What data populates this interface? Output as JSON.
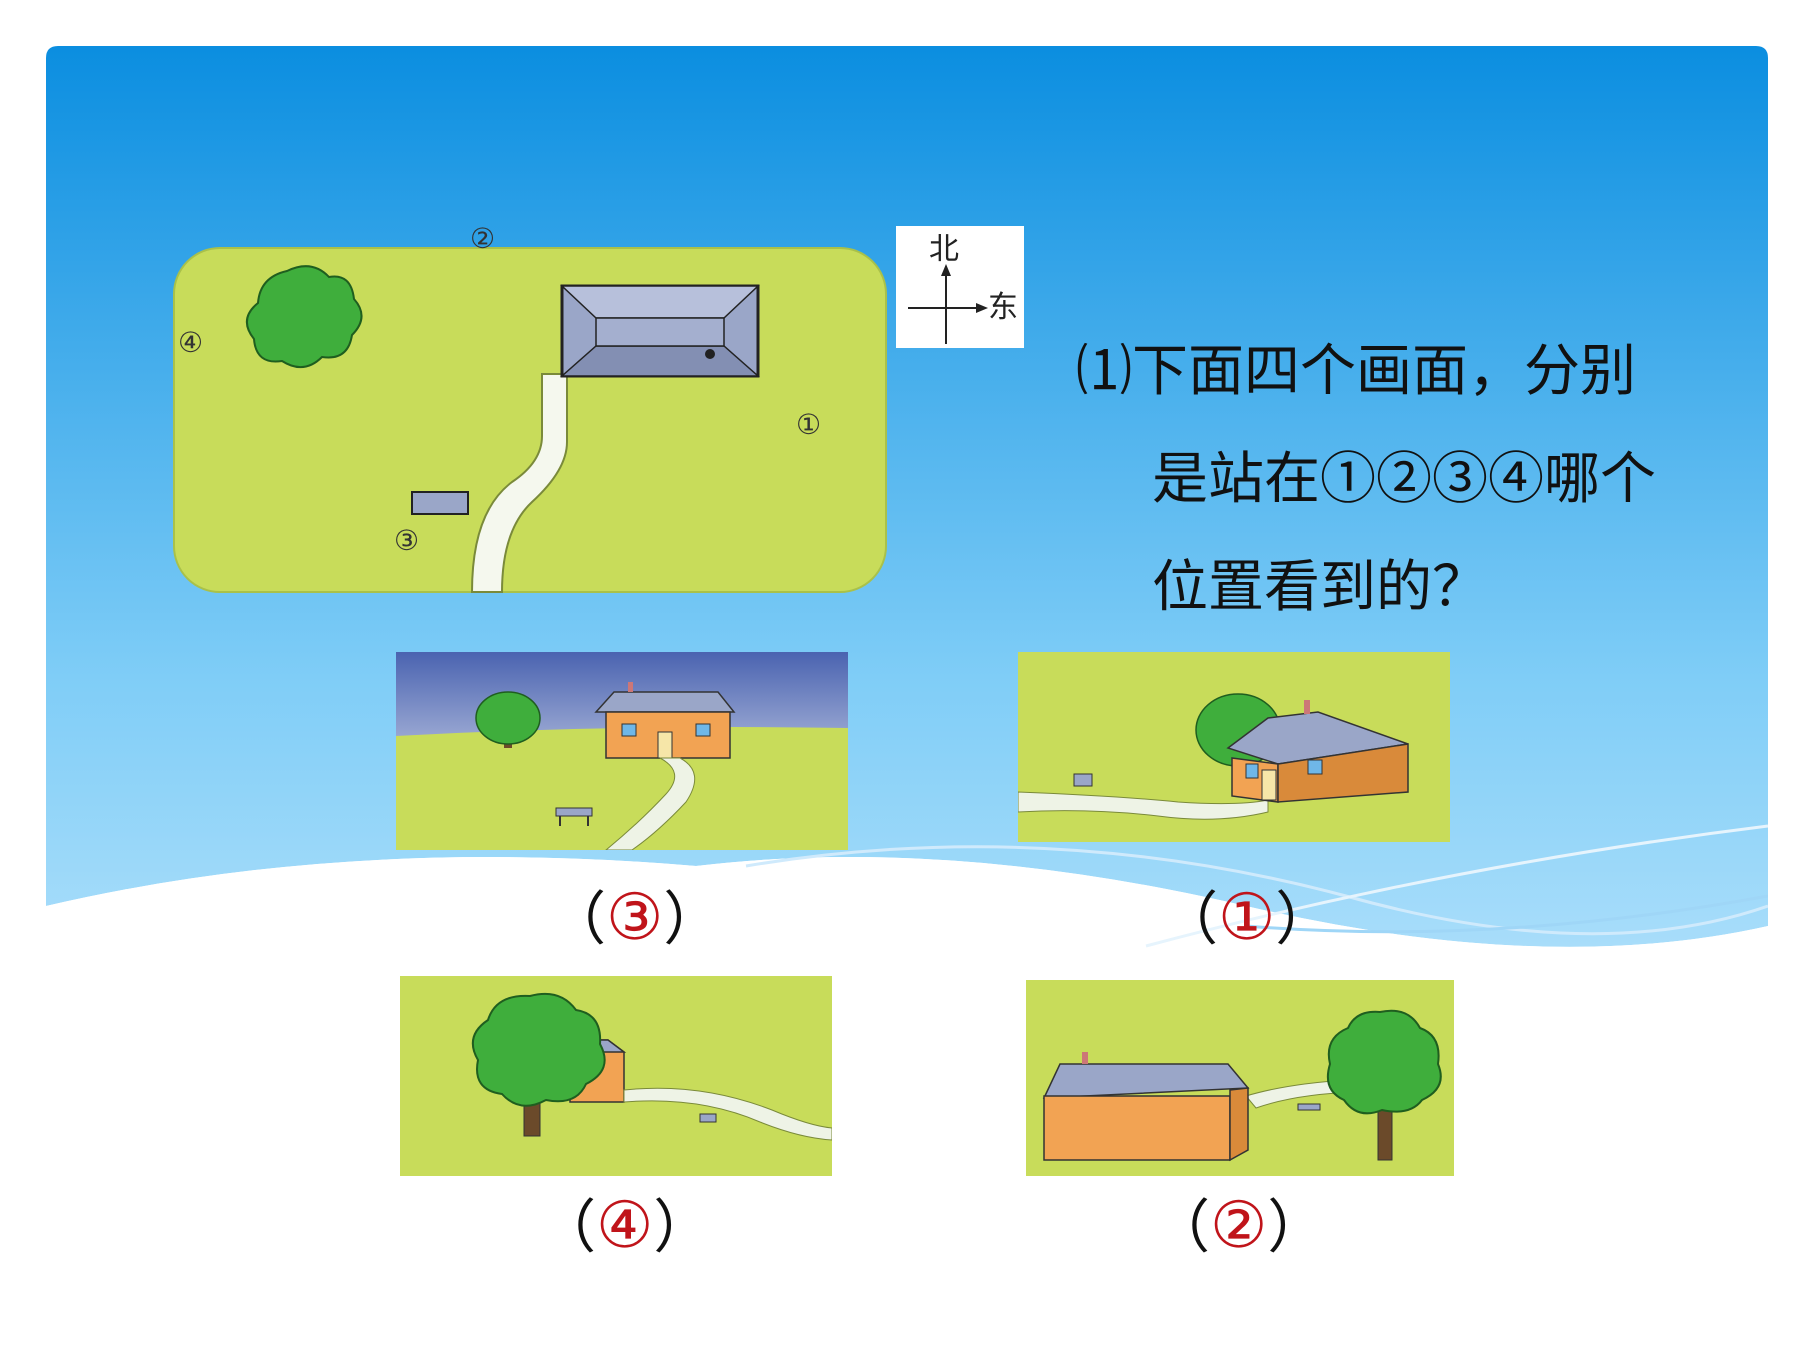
{
  "question": {
    "line1": "⑴下面四个画面，分别",
    "line2": "是站在①②③④哪个",
    "line3": "位置看到的？"
  },
  "compass": {
    "north": "北",
    "east": "东"
  },
  "map_markers": {
    "m1": "①",
    "m2": "②",
    "m3": "③",
    "m4": "④"
  },
  "answers": [
    {
      "open": "（",
      "value": "③",
      "close": "）"
    },
    {
      "open": "（",
      "value": "①",
      "close": "）"
    },
    {
      "open": "（",
      "value": "④",
      "close": "）"
    },
    {
      "open": "（",
      "value": "②",
      "close": "）"
    }
  ],
  "colors": {
    "sky_top": "#0b8ee0",
    "sky_bottom": "#7fcdf7",
    "grass": "#c8dc5a",
    "tree": "#3fae3c",
    "roof": "#9aa6c8",
    "wall": "#f2a353",
    "answer_red": "#c0141a"
  }
}
